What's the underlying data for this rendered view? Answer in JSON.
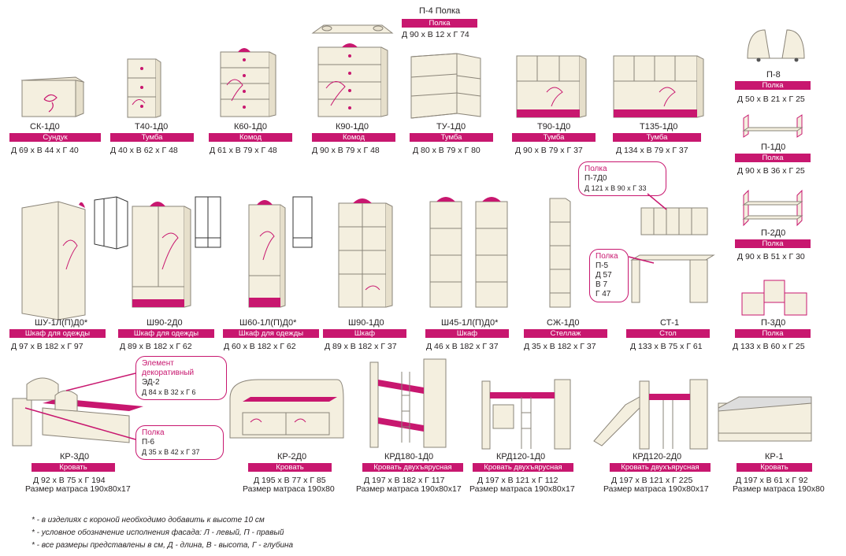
{
  "colors": {
    "accent": "#c8176f",
    "furniture": "#f4efdf",
    "outline": "#8a8478"
  },
  "items": [
    {
      "code": "П-4 Полка",
      "tag": "Полка",
      "dims": "Д 90 х В 12 х Г 74",
      "icon": "wall-shelf-icon"
    },
    {
      "code": "СК-1Д0",
      "tag": "Сундук",
      "dims": "Д 69 х В 44 х Г 40",
      "icon": "chest-icon"
    },
    {
      "code": "Т40-1Д0",
      "tag": "Тумба",
      "dims": "Д 40 х В 62 х Г 48",
      "icon": "nightstand-icon"
    },
    {
      "code": "К60-1Д0",
      "tag": "Комод",
      "dims": "Д 61 х В 79 х Г 48",
      "icon": "dresser-icon"
    },
    {
      "code": "К90-1Д0",
      "tag": "Комод",
      "dims": "Д 90 х В 79 х Г 48",
      "icon": "dresser-wide-icon"
    },
    {
      "code": "ТУ-1Д0",
      "tag": "Тумба",
      "dims": "Д 80 х В 79 х Г 80",
      "icon": "corner-cabinet-icon"
    },
    {
      "code": "Т90-1Д0",
      "tag": "Тумба",
      "dims": "Д 90 х В 79 х Г 37",
      "icon": "low-cabinet-icon"
    },
    {
      "code": "Т135-1Д0",
      "tag": "Тумба",
      "dims": "Д 134 х В 79 х Г 37",
      "icon": "long-cabinet-icon"
    },
    {
      "code": "П-8",
      "tag": "Полка",
      "dims": "Д 50 х В 21 х Г 25",
      "icon": "book-holder-icon"
    },
    {
      "code": "П-1Д0",
      "tag": "Полка",
      "dims": "Д 90 х В 36 х Г 25",
      "icon": "shelf-icon"
    },
    {
      "code": "П-2Д0",
      "tag": "Полка",
      "dims": "Д 90 х В 51 х Г 30",
      "icon": "shelf-icon"
    },
    {
      "code": "П-3Д0",
      "tag": "Полка",
      "dims": "Д 133 х В 60 х Г 25",
      "icon": "shelf-unit-icon"
    },
    {
      "code": "ШУ-1Л(П)Д0*",
      "tag": "Шкаф для одежды",
      "dims": "Д 97 х В 182 х Г 97",
      "icon": "corner-wardrobe-icon"
    },
    {
      "code": "Ш90-2Д0",
      "tag": "Шкаф для одежды",
      "dims": "Д 89 х В 182 х Г 62",
      "icon": "wardrobe-icon"
    },
    {
      "code": "Ш60-1Л(П)Д0*",
      "tag": "Шкаф для одежды",
      "dims": "Д 60 х В 182 х Г 62",
      "icon": "wardrobe-narrow-icon"
    },
    {
      "code": "Ш90-1Д0",
      "tag": "Шкаф",
      "dims": "Д 89 х В 182 х Г 37",
      "icon": "bookcase-icon"
    },
    {
      "code": "Ш45-1Л(П)Д0*",
      "tag": "Шкаф",
      "dims": "Д 46 х В 182 х Г 37",
      "icon": "bookcase-narrow-icon"
    },
    {
      "code": "СЖ-1Д0",
      "tag": "Стеллаж",
      "dims": "Д 35 х В 182 х Г 37",
      "icon": "rack-icon"
    },
    {
      "code": "СТ-1",
      "tag": "Стол",
      "dims": "Д 133 х В 75 х Г 61",
      "icon": "desk-icon"
    },
    {
      "code": "КР-3Д0",
      "tag": "Кровать",
      "dims": "Д 92 х В 75 х Г 194",
      "mattress": "Размер матраса 190х80х17",
      "icon": "bed-icon"
    },
    {
      "code": "КР-2Д0",
      "tag": "Кровать",
      "dims": "Д 195 х В 77 х Г 85",
      "mattress": "Размер матраса 190х80",
      "icon": "sofa-bed-icon"
    },
    {
      "code": "КРД180-1Д0",
      "tag": "Кровать двухъярусная",
      "dims": "Д 197 х В 182 х Г 117",
      "mattress": "Размер матраса 190х80х17",
      "icon": "bunk-bed-icon"
    },
    {
      "code": "КРД120-1Д0",
      "tag": "Кровать двухъярусная",
      "dims": "Д 197 х В 121 х Г 112",
      "mattress": "Размер матраса 190х80х17",
      "icon": "loft-bed-icon"
    },
    {
      "code": "КРД120-2Д0",
      "tag": "Кровать двухъярусная",
      "dims": "Д 197 х В 121 х Г 225",
      "mattress": "Размер матраса 190х80х17",
      "icon": "slide-bed-icon"
    },
    {
      "code": "КР-1",
      "tag": "Кровать",
      "dims": "Д 197 х В 61 х Г 92",
      "mattress": "Размер матраса 190х80",
      "icon": "bed-simple-icon"
    }
  ],
  "callouts": {
    "p7": {
      "title": "Полка",
      "code": "П-7Д0",
      "dims": "Д 121 х В 90 х Г 33"
    },
    "p5": {
      "title": "Полка",
      "code": "П-5",
      "d": "Д 57",
      "v": "В 7",
      "g": "Г 47"
    },
    "ed2": {
      "title": "Элемент декоративный",
      "code": "ЭД-2",
      "dims": "Д 84 х В 32 х Г 6"
    },
    "p6": {
      "title": "Полка",
      "code": "П-6",
      "dims": "Д 35 х В 42 х Г 37"
    }
  },
  "notes": [
    "* - в изделиях с короной необходимо добавить к высоте 10 см",
    "* - условное обозначение исполнения фасада: Л - левый, П - правый",
    "* - все размеры представлены в см, Д - длина, В - высота, Г - глубина"
  ]
}
